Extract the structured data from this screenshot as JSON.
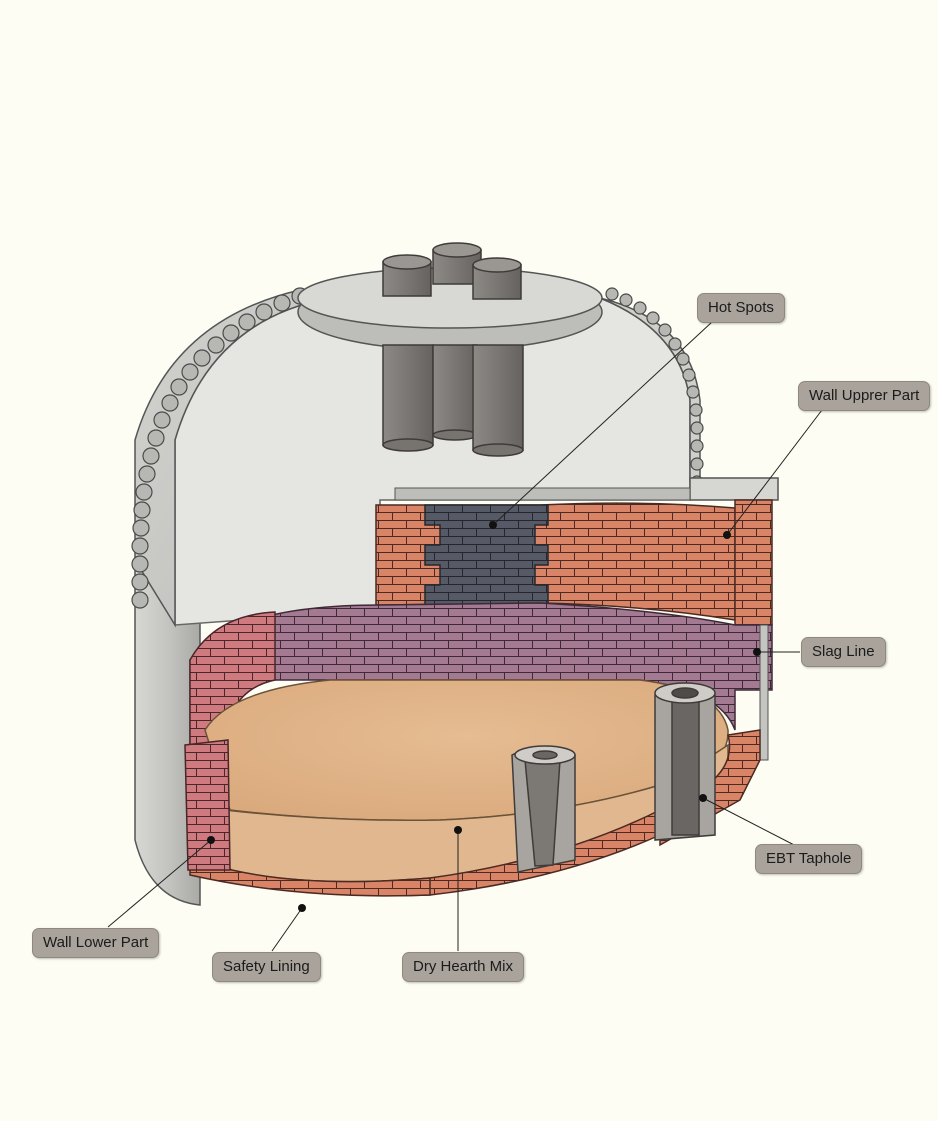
{
  "labels": {
    "hot_spots": "Hot Spots",
    "wall_upper_part": "Wall Upprer Part",
    "slag_line": "Slag Line",
    "ebt_taphole": "EBT Taphole",
    "dry_hearth_mix": "Dry Hearth Mix",
    "safety_lining": "Safety Lining",
    "wall_lower_part": "Wall Lower Part"
  },
  "colors": {
    "background": "#fdfdf3",
    "callout_fill": "#a9a39c",
    "brick_wall": "#d98467",
    "brick_slag_line": "#a37a92",
    "brick_hot_spots": "#565a66",
    "hearth_mix": "#e2b68a",
    "steel_shell": "#c9c9c6",
    "electrodes": "#84807d"
  },
  "icons": [
    "leader-dot"
  ]
}
